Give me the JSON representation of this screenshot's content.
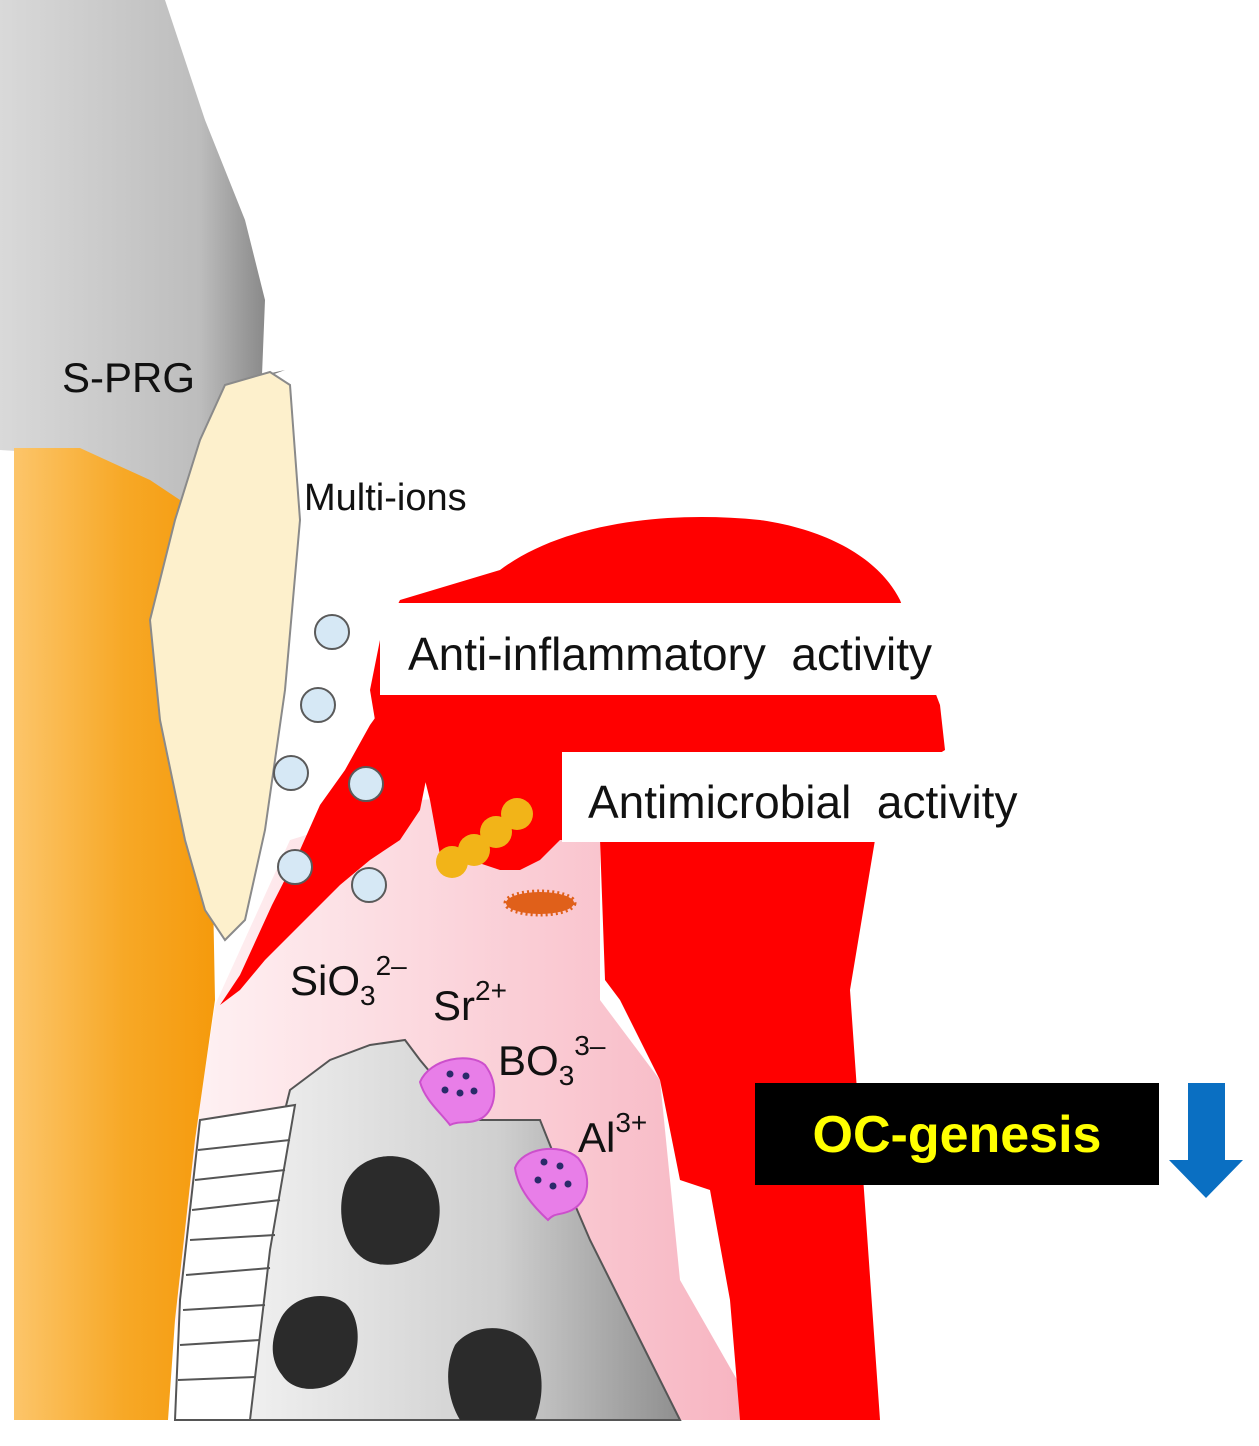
{
  "labels": {
    "material": "S-PRG",
    "multi_ions": "Multi-ions",
    "anti_inflammatory": "Anti-inflammatory  activity",
    "antimicrobial": "Antimicrobial  activity",
    "oc_genesis": "OC-genesis"
  },
  "ions": [
    {
      "base": "SiO",
      "sub": "3",
      "sup": "2–"
    },
    {
      "base": "Sr",
      "sub": "",
      "sup": "2+"
    },
    {
      "base": "BO",
      "sub": "3",
      "sup": "3–"
    },
    {
      "base": "Al",
      "sub": "",
      "sup": "3+"
    }
  ],
  "icons": {
    "arrow": "down-arrow-icon",
    "ion_particle": "ion-particle-icon",
    "bacteria": "bacteria-icon",
    "osteoclast": "osteoclast-icon"
  },
  "colors": {
    "gingiva": "#ff0000",
    "tissue_pink": "#f7b7c4",
    "oc_box": "#000000",
    "oc_text": "#ffff00",
    "arrow": "#0a6fc2",
    "ion_fill": "#d6e8f5",
    "tooth_orange": "#f7a319",
    "material_cream": "#fdf0cc",
    "osteoclast": "#e87ee8",
    "bacteria_yellow": "#f2b418",
    "bacteria_orange": "#e0601a"
  }
}
